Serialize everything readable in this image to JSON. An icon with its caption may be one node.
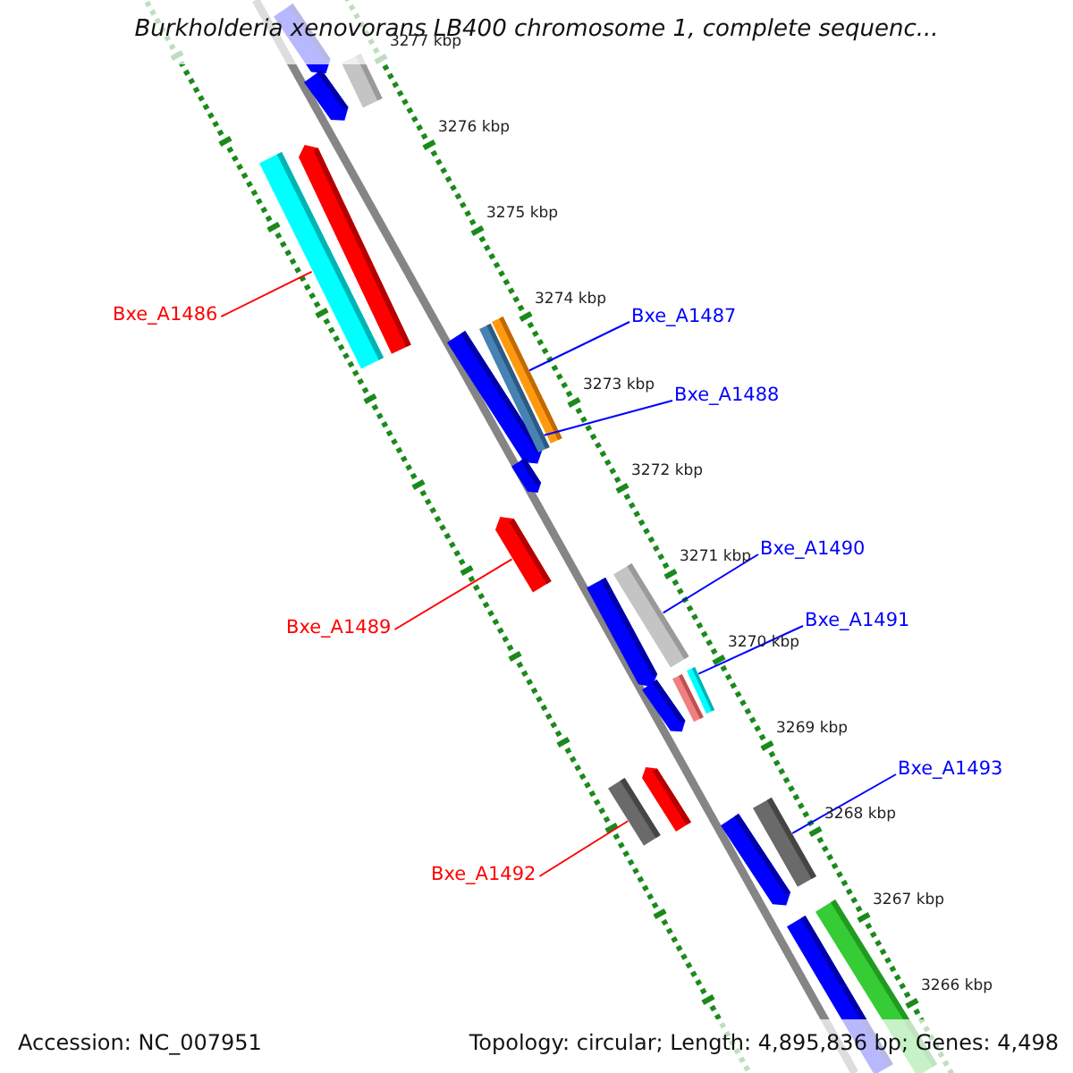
{
  "diagram": {
    "title": "Burkholderia xenovorans LB400 chromosome 1, complete sequenc...",
    "nodes": [
      {
        "text": [],
        "shape": "bar"
      },
      {
        "text": [],
        "shape": "bar"
      },
      {
        "text": [],
        "shape": "bar"
      },
      {
        "text": [],
        "shape": "bar"
      },
      {
        "text": [],
        "shape": "bar"
      },
      {
        "text": [],
        "shape": "bar"
      },
      {
        "text": [],
        "shape": "bar"
      },
      {
        "text": [],
        "shape": "bar"
      },
      {
        "text": [],
        "shape": "bar"
      },
      {
        "text": [],
        "shape": "bar"
      },
      {
        "text": [],
        "shape": "bar"
      },
      {
        "text": [],
        "shape": "bar"
      },
      {
        "text": [],
        "shape": "bar"
      },
      {
        "text": [],
        "shape": "bar"
      },
      {
        "text": [],
        "shape": "bar"
      },
      {
        "text": [],
        "shape": "bar"
      },
      {
        "text": [],
        "shape": "bar"
      },
      {
        "text": [],
        "shape": "bar"
      },
      {
        "text": [],
        "shape": "bar"
      },
      {
        "text": [],
        "shape": "bar"
      },
      {
        "text": [],
        "shape": "bar"
      },
      {
        "text": [
          "Bxe_A1486"
        ]
      },
      {
        "text": [
          "Bxe_A1487"
        ]
      },
      {
        "text": [
          "Bxe_A1488"
        ]
      },
      {
        "text": [
          "Bxe_A1489"
        ]
      },
      {
        "text": [
          "Bxe_A1490"
        ]
      },
      {
        "text": [
          "Bxe_A1491"
        ]
      },
      {
        "text": [
          "Bxe_A1492"
        ]
      },
      {
        "text": [
          "Bxe_A1493"
        ]
      }
    ],
    "edges": [
      {
        "from": 21,
        "to": 3,
        "arrow": "none",
        "color": "#ff0000"
      },
      {
        "from": 22,
        "to": 7,
        "arrow": "none"
      },
      {
        "from": 23,
        "to": 6,
        "arrow": "none"
      },
      {
        "from": 24,
        "to": 9,
        "arrow": "none",
        "color": "#ff0000"
      },
      {
        "from": 25,
        "to": 11,
        "arrow": "none"
      },
      {
        "from": 26,
        "to": 13,
        "arrow": "none"
      },
      {
        "from": 27,
        "to": 15,
        "arrow": "none",
        "color": "#ff0000"
      },
      {
        "from": 28,
        "to": 18,
        "arrow": "none"
      }
    ],
    "labels": [
      "3277 kbp",
      "3276 kbp",
      "3275 kbp",
      "3274 kbp",
      "3273 kbp",
      "3272 kbp",
      "3271 kbp",
      "3270 kbp",
      "3269 kbp",
      "3268 kbp",
      "3267 kbp",
      "3266 kbp",
      "Accession: NC_007951",
      "Topology: circular; Length: 4,895,836 bp; Genes: 4,498"
    ]
  }
}
